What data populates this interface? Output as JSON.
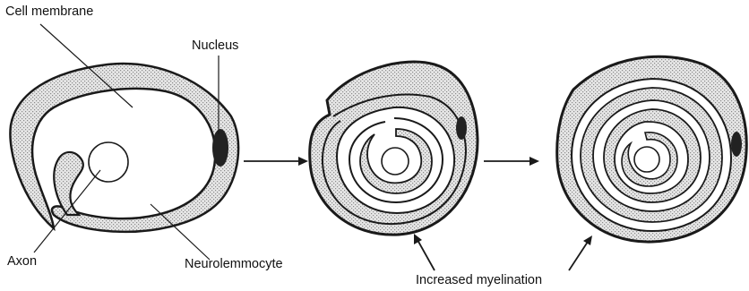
{
  "labels": {
    "cell_membrane": "Cell membrane",
    "nucleus": "Nucleus",
    "axon": "Axon",
    "neurolemmocyte": "Neurolemmocyte",
    "increased_myelination": "Increased myelination"
  },
  "colors": {
    "line": "#1a1a1a",
    "stipple": "#c9c9c9",
    "nucleus": "#222222",
    "background": "#ffffff"
  }
}
